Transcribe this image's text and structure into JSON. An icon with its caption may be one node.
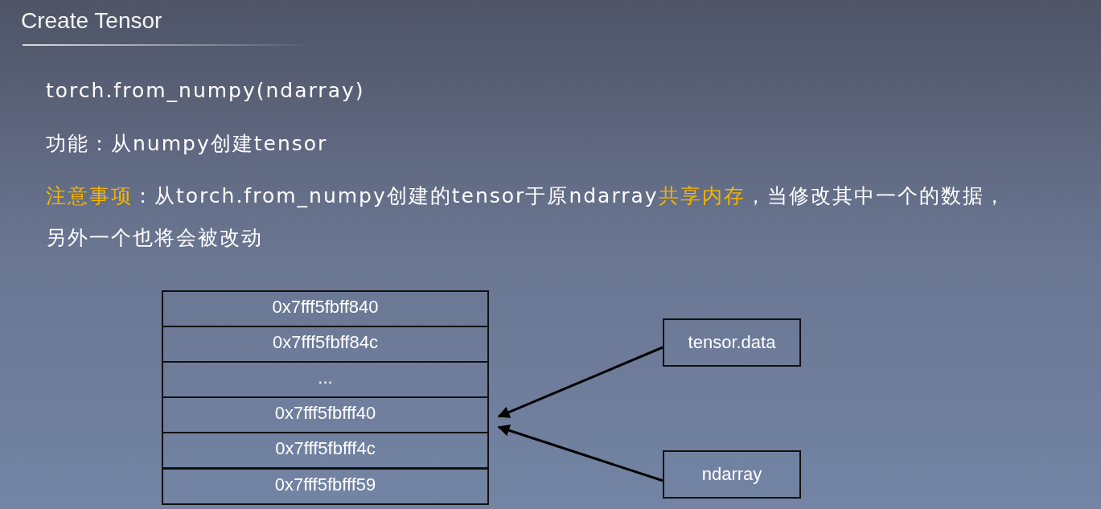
{
  "diagram": {
    "title": "Create Tensor",
    "nodes": [
      {
        "text": [
          "0x7fff5fbff840"
        ]
      },
      {
        "text": [
          "0x7fff5fbff84c"
        ]
      },
      {
        "text": [
          "..."
        ]
      },
      {
        "text": [
          "0x7fff5fbfff40"
        ]
      },
      {
        "text": [
          "0x7fff5fbfff4c"
        ]
      },
      {
        "text": [
          "0x7fff5fbfff59"
        ]
      },
      {
        "text": [
          "tensor.data"
        ]
      },
      {
        "text": [
          "ndarray"
        ]
      }
    ],
    "edges": [
      {
        "from": 6,
        "to": 3,
        "arrow": "to"
      },
      {
        "from": 7,
        "to": 3,
        "arrow": "to"
      }
    ],
    "labels": [
      "torch.from_numpy(ndarray)",
      "功能：从numpy创建tensor",
      "**注意事项**：从torch.from_numpy创建的tensor于原ndarray**共享内存**，当修改其中一个的数据，另外一个也将会被改动"
    ]
  }
}
